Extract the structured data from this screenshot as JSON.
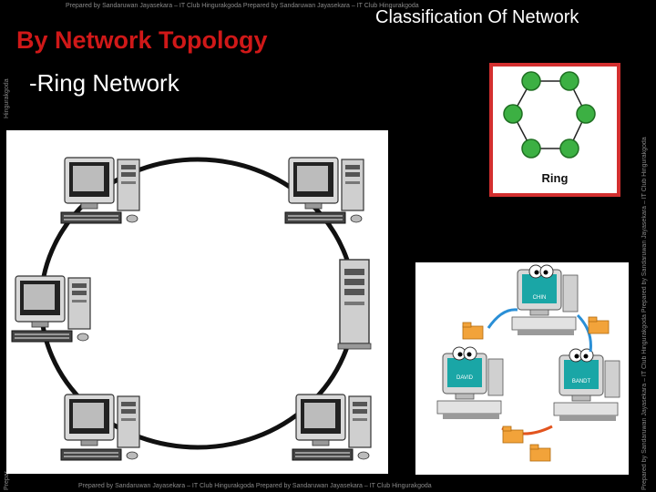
{
  "watermarks": {
    "top": "Prepared by Sandaruwan Jayasekara – IT Club Hingurakgoda Prepared by Sandaruwan Jayasekara – IT Club Hingurakgoda",
    "bottom": "Prepared by Sandaruwan Jayasekara – IT Club Hingurakgoda Prepared by Sandaruwan Jayasekara – IT Club Hingurakgoda",
    "left_top": "Hingurakgoda",
    "left_bottom": "Prepar",
    "right": "Prepared by Sandaruwan Jayasekara – IT Club Hingurakgoda Prepared by Sandaruwan Jayasekara – IT Club Hingurakgoda"
  },
  "slide": {
    "heading": "By Network Topology",
    "classification_title": "Classification Of Network",
    "subheading": "-Ring Network"
  },
  "ring_card": {
    "label": "Ring",
    "border_color": "#d32f2f",
    "node_color": "#3cb043"
  },
  "cartoon": {
    "labels": [
      "CHIN",
      "DAVID",
      "BANDT"
    ]
  },
  "colors": {
    "heading": "#d01818",
    "background": "#000000"
  }
}
